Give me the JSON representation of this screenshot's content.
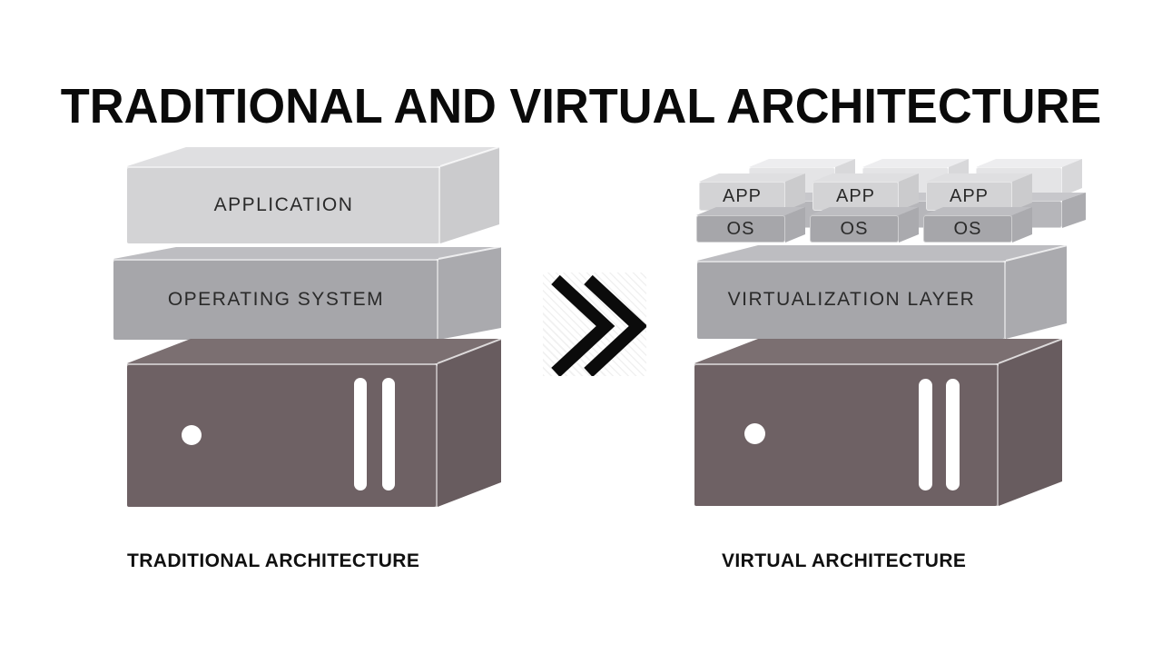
{
  "title": "TRADITIONAL AND VIRTUAL ARCHITECTURE",
  "traditional": {
    "application_label": "APPLICATION",
    "os_label": "OPERATING SYSTEM",
    "caption": "TRADITIONAL ARCHITECTURE"
  },
  "virtual": {
    "vms": [
      {
        "app": "APP",
        "os": "OS"
      },
      {
        "app": "APP",
        "os": "OS"
      },
      {
        "app": "APP",
        "os": "OS"
      }
    ],
    "virtualization_label": "VIRTUALIZATION LAYER",
    "caption": "VIRTUAL ARCHITECTURE"
  },
  "arrow_icon": "double-chevron-right",
  "colors": {
    "background": "#ffffff",
    "title_text": "#0a0a0a",
    "label_text": "#2a2a2a",
    "caption_text": "#101010",
    "arrow": "#0b0b0b",
    "box_light": "#d3d3d5",
    "box_light_top": "#dfdfe1",
    "box_light_side": "#cbcbcd",
    "box_mid": "#a6a6aa",
    "box_mid_top": "#bdbdc1",
    "box_mid_side": "#aaaaae",
    "box_ghost_light": "#e4e4e6",
    "box_ghost_light_top": "#ededef",
    "box_ghost_light_side": "#d8d8da",
    "box_ghost_mid": "#b6b6ba",
    "box_ghost_mid_top": "#c7c7cb",
    "box_ghost_mid_side": "#ababaf",
    "hardware": "#6e6164",
    "hardware_top": "#7b6f71",
    "hardware_side": "#685c5f"
  }
}
